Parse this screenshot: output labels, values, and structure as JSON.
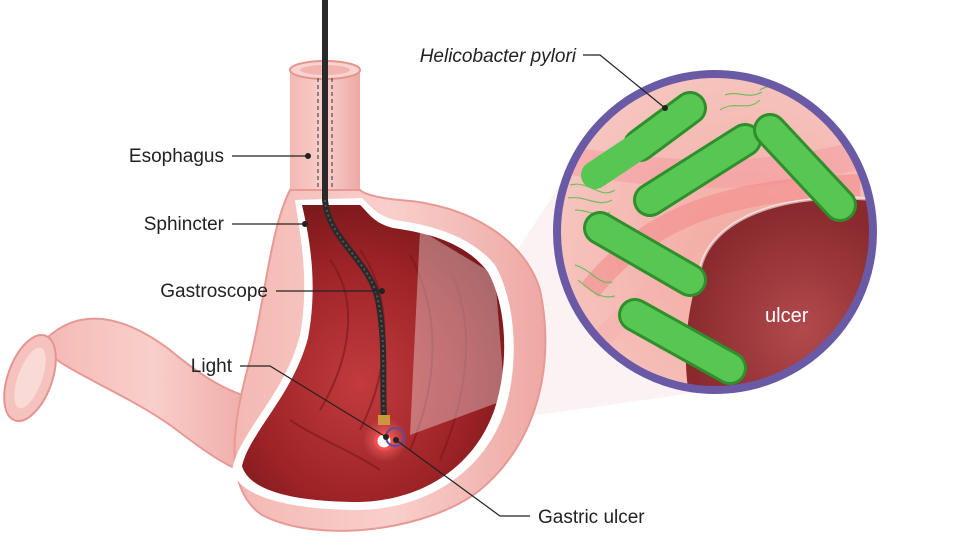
{
  "labels": {
    "esophagus": "Esophagus",
    "sphincter": "Sphincter",
    "gastroscope": "Gastroscope",
    "light": "Light",
    "gastric_ulcer": "Gastric ulcer",
    "helicobacter": "Helicobacter pylori",
    "ulcer": "ulcer"
  },
  "colors": {
    "tissue_outer": "#f7c3bf",
    "tissue_edge": "#e79a95",
    "stomach_inner": "#a9262b",
    "stomach_inner_dark": "#6e1518",
    "bacteria": "#4fc04a",
    "bacteria_dark": "#2f8f2c",
    "inset_ring": "#6a5aa5",
    "scope": "#2a2a2a"
  }
}
